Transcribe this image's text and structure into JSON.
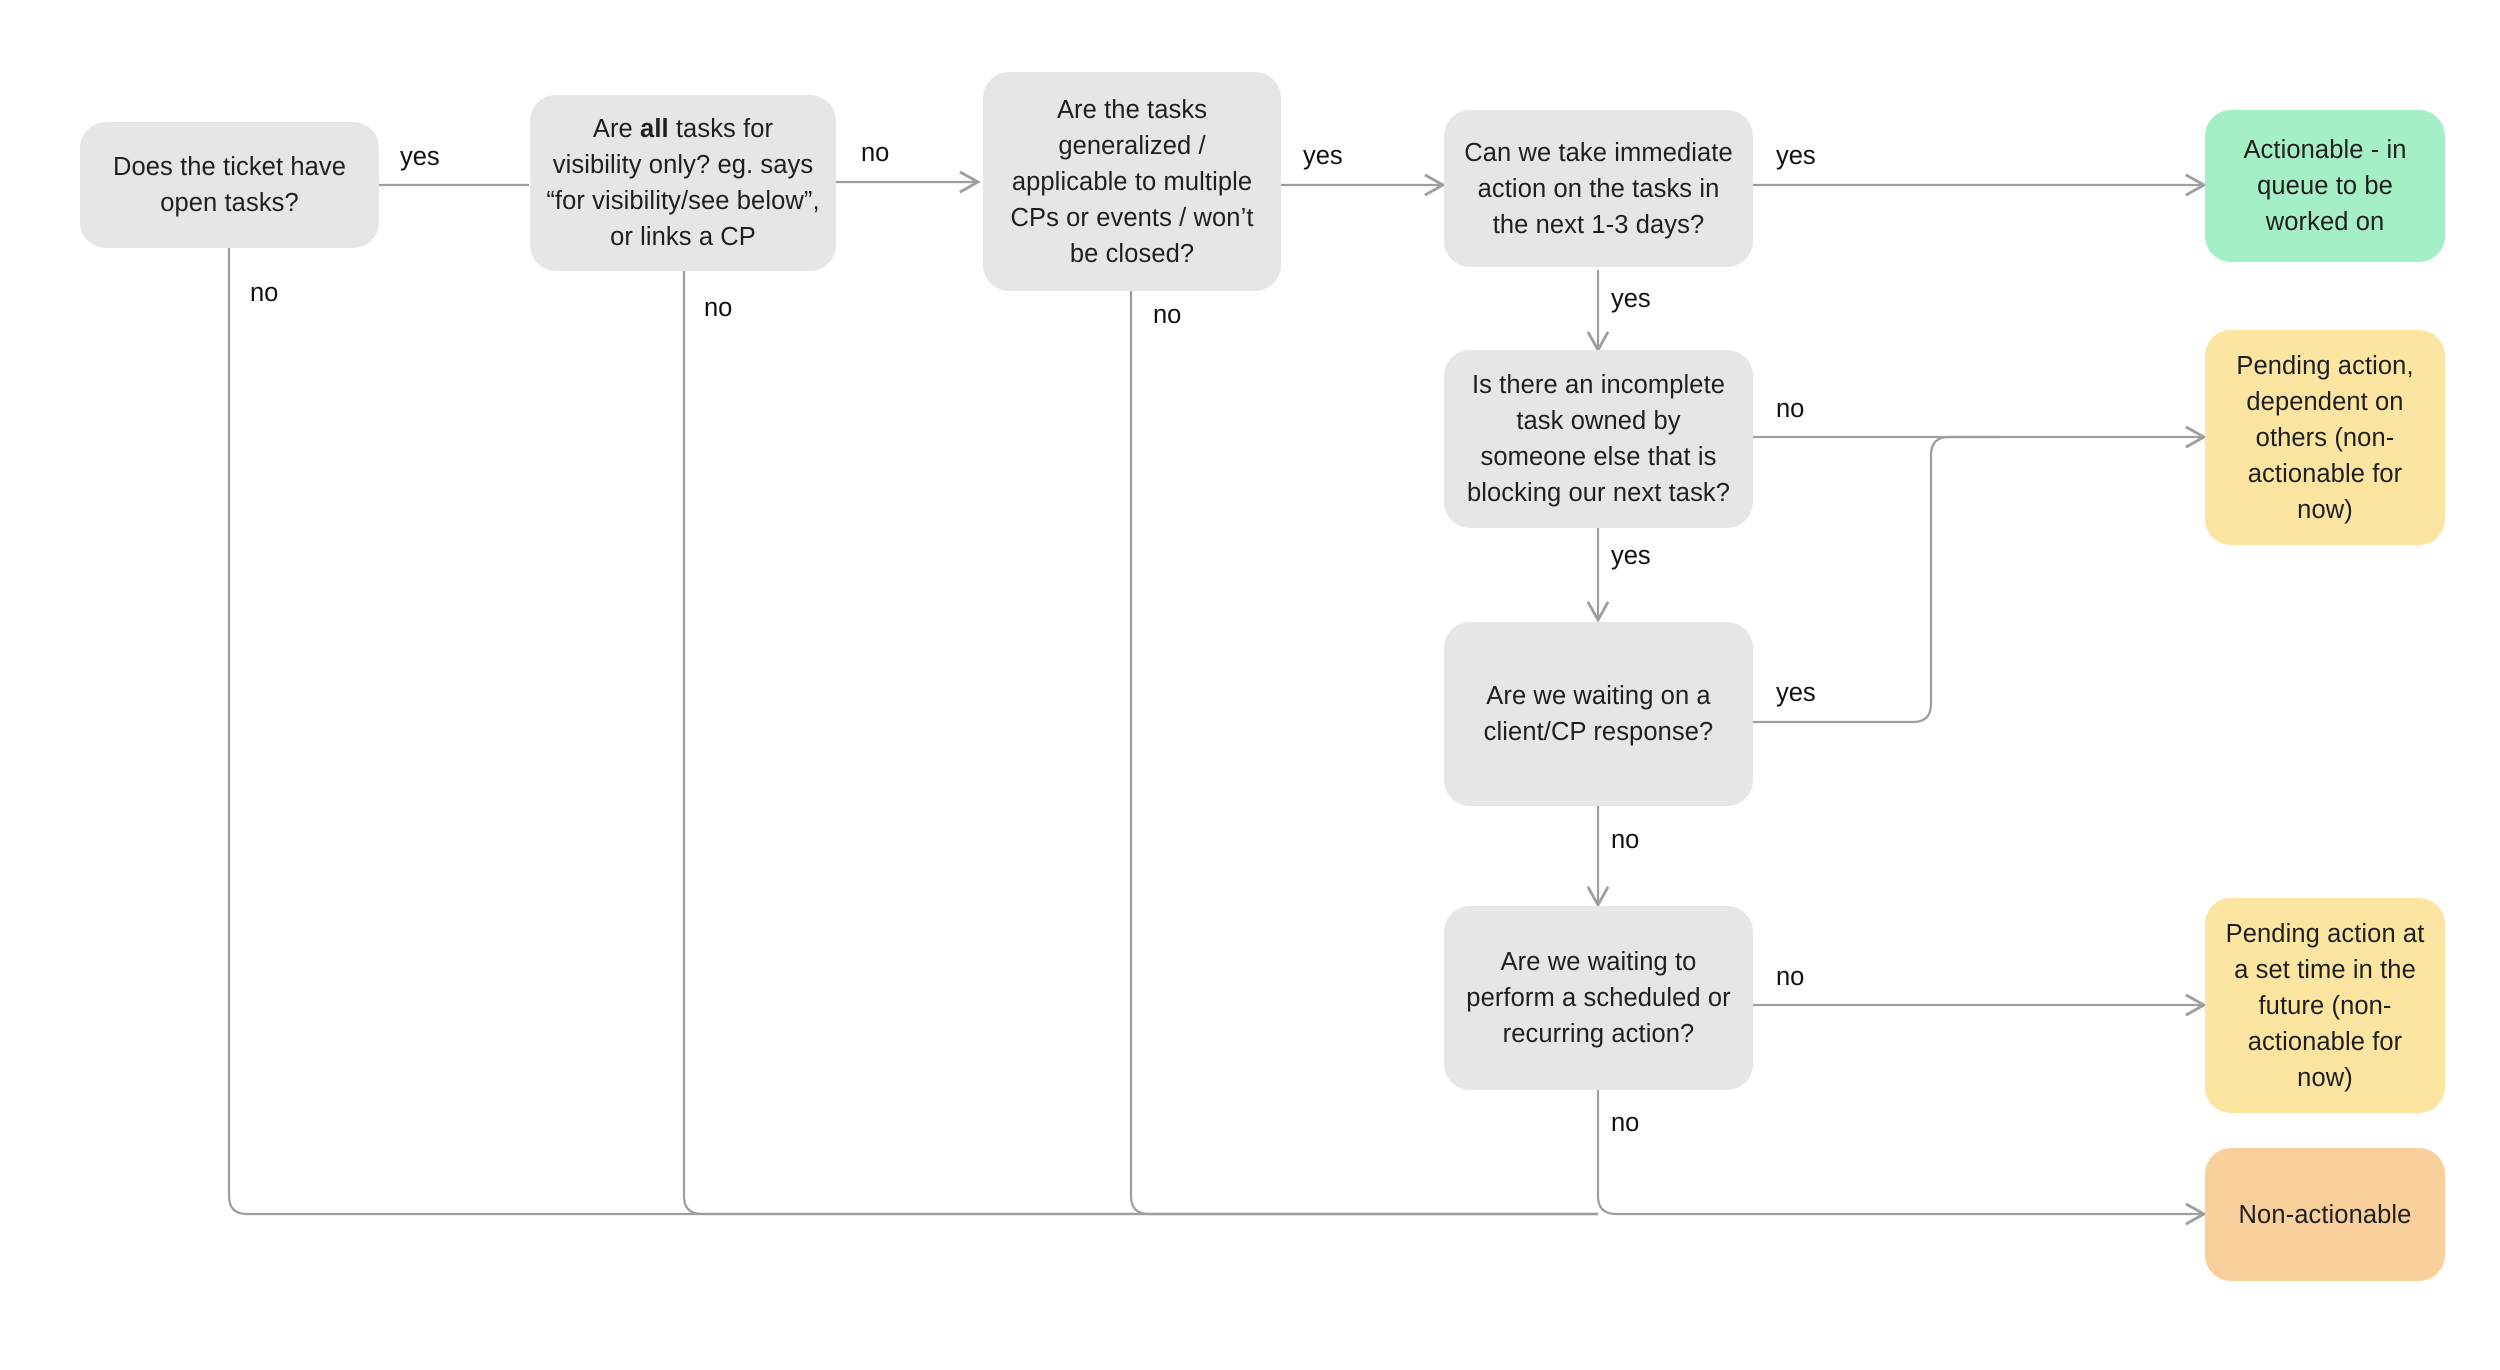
{
  "diagram": {
    "title": "Ticket actionability decision flowchart",
    "colors": {
      "decision_fill": "#e6e6e6",
      "actionable_fill": "#a4efc5",
      "pending_fill": "#fce5a1",
      "nonactionable_fill": "#f9cf9c",
      "edge_stroke": "#9e9e9e",
      "text": "#1f1f1f",
      "background": "#ffffff"
    },
    "nodes": [
      {
        "id": "open-tasks",
        "kind": "decision",
        "text": "Does the ticket have open tasks?"
      },
      {
        "id": "visibility-only",
        "kind": "decision",
        "text_html": "Are <b>all</b> tasks for visibility only? eg. says “for visibility/see below”, or links a CP",
        "text": "Are all tasks for visibility only? eg. says “for visibility/see below”, or links a CP"
      },
      {
        "id": "generalized",
        "kind": "decision",
        "text": "Are the tasks generalized / applicable to multiple CPs or events / won’t be closed?"
      },
      {
        "id": "immediate-action",
        "kind": "decision",
        "text": "Can we take immediate action on the tasks in the next 1-3 days?"
      },
      {
        "id": "blocking-task",
        "kind": "decision",
        "text": "Is there an incomplete task owned by someone else that is blocking our next task?"
      },
      {
        "id": "client-response",
        "kind": "decision",
        "text": "Are we waiting on a client/CP response?"
      },
      {
        "id": "scheduled-action",
        "kind": "decision",
        "text": "Are we waiting to perform a scheduled or recurring action?"
      },
      {
        "id": "actionable",
        "kind": "outcome-green",
        "text": "Actionable - in queue to be worked on"
      },
      {
        "id": "pending-others",
        "kind": "outcome-yellow",
        "text": "Pending action, dependent on others (non-actionable for now)"
      },
      {
        "id": "pending-future",
        "kind": "outcome-yellow",
        "text": "Pending action at a set time in the future (non-actionable for now)"
      },
      {
        "id": "non-actionable",
        "kind": "outcome-orange",
        "text": "Non-actionable"
      }
    ],
    "edge_labels": [
      {
        "id": "l1",
        "text": "yes"
      },
      {
        "id": "l2",
        "text": "no"
      },
      {
        "id": "l3",
        "text": "no"
      },
      {
        "id": "l4",
        "text": "no"
      },
      {
        "id": "l5",
        "text": "yes"
      },
      {
        "id": "l6",
        "text": "no"
      },
      {
        "id": "l7",
        "text": "yes"
      },
      {
        "id": "l8",
        "text": "yes"
      },
      {
        "id": "l9",
        "text": "no"
      },
      {
        "id": "l10",
        "text": "yes"
      },
      {
        "id": "l11",
        "text": "yes"
      },
      {
        "id": "l12",
        "text": "no"
      },
      {
        "id": "l13",
        "text": "no"
      },
      {
        "id": "l14",
        "text": "no"
      }
    ]
  }
}
